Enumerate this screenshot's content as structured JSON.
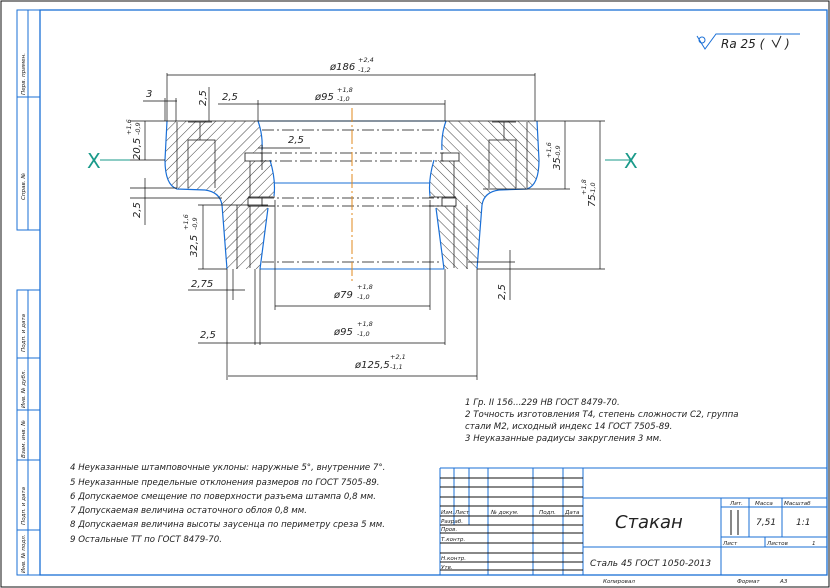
{
  "roughness": {
    "label": "Ra 25 (",
    "suffix": ")"
  },
  "section_mark": "X",
  "dimensions": {
    "d186": {
      "main": "ø186",
      "upper": "+2,4",
      "lower": "-1,2"
    },
    "d95_top": {
      "main": "ø95",
      "upper": "+1,8",
      "lower": "-1,0"
    },
    "d3": {
      "main": "3"
    },
    "v2_5_a": {
      "main": "2,5"
    },
    "h2_5_b": {
      "main": "2,5"
    },
    "h2_5_c": {
      "main": "2,5"
    },
    "v20_5": {
      "main": "20,5",
      "upper": "+1,6",
      "lower": "-0,9"
    },
    "v25_left": {
      "main": "2,5"
    },
    "v32_5": {
      "main": "32,5",
      "upper": "+1,6",
      "lower": "-0,9"
    },
    "v35": {
      "main": "35",
      "upper": "+1,6",
      "lower": "-0,9"
    },
    "v75": {
      "main": "75",
      "upper": "+1,8",
      "lower": "-1,0"
    },
    "h2_75": {
      "main": "2,75"
    },
    "d79": {
      "main": "ø79",
      "upper": "+1,8",
      "lower": "-1,0"
    },
    "h2_5_d": {
      "main": "2,5"
    },
    "d95_bot": {
      "main": "ø95",
      "upper": "+1,8",
      "lower": "-1,0"
    },
    "d125_5": {
      "main": "ø125,5",
      "upper": "+2,1",
      "lower": "-1,1"
    },
    "v25_right": {
      "main": "2,5"
    }
  },
  "notes_right": [
    "1 Гр. II 156...229 НВ ГОСТ 8479-70.",
    "2 Точность изготовления Т4, степень сложности С2,   группа",
    "стали М2, исходный индекс 14 ГОСТ 7505-89.",
    "3 Неуказанные радиусы закругления 3 мм."
  ],
  "notes_left": [
    "4 Неуказанные штамповочные уклоны: наружные 5°, внутренние 7°.",
    "5 Неуказанные предельные отклонения размеров по ГОСТ 7505-89.",
    "6 Допускаемое смещение по поверхности разъема штампа 0,8 мм.",
    "7 Допускаемая величина остаточного облоя 0,8 мм.",
    "8 Допускаемая величина высоты заусенца по периметру среза 5 мм.",
    "9 Остальные ТТ по ГОСТ 8479-70."
  ],
  "side_stamp": [
    "Перв. примен.",
    "Справ. №",
    "Подп. и дата",
    "Инв. № дубл.",
    "Взам. инв. №",
    "Подп. и дата",
    "Инв. № подл."
  ],
  "title_block": {
    "headers": [
      "Изм.",
      "Лист",
      "№ докум.",
      "Подп.",
      "Дата"
    ],
    "roles": [
      "Разраб.",
      "Пров.",
      "Т.контр.",
      "Н.контр.",
      "Утв."
    ],
    "name": "Стакан",
    "material": "Сталь 45 ГОСТ 1050-2013",
    "lit_label": "Лит.",
    "mass_label": "Масса",
    "scale_label": "Масштаб",
    "mass": "7,51",
    "scale": "1:1",
    "sheet_label": "Лист",
    "sheets_label": "Листов",
    "sheets": "1",
    "copied": "Копировал",
    "format_label": "Формат",
    "format": "A3"
  },
  "colors": {
    "outline": "#1a6fd6",
    "axis": "#e08a1e",
    "section": "#1a9a8a",
    "frame": "#1a6fd6"
  }
}
